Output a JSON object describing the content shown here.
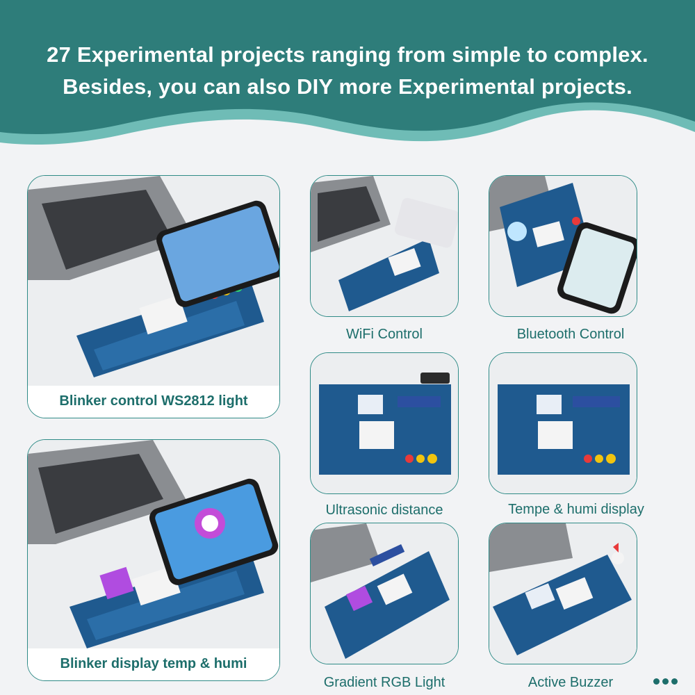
{
  "header": {
    "line1": "27 Experimental projects ranging from simple to complex.",
    "line2": "Besides, you can also DIY more Experimental projects."
  },
  "projects": [
    {
      "label": "Blinker control WS2812 light"
    },
    {
      "label": "Blinker display temp & humi"
    },
    {
      "label": "WiFi Control"
    },
    {
      "label": "Bluetooth Control"
    },
    {
      "label": "Ultrasonic distance"
    },
    {
      "label": "Tempe & humi display"
    },
    {
      "label": "Gradient RGB Light"
    },
    {
      "label": "Active Buzzer"
    }
  ],
  "colors": {
    "teal_dark": "#2e7d7a",
    "teal_light": "#4aa8a3",
    "label_text": "#1d6e6b",
    "board_blue": "#1f5a8f",
    "laptop_gray": "#8a8d91"
  },
  "icons": [
    "more-dots-icon"
  ]
}
